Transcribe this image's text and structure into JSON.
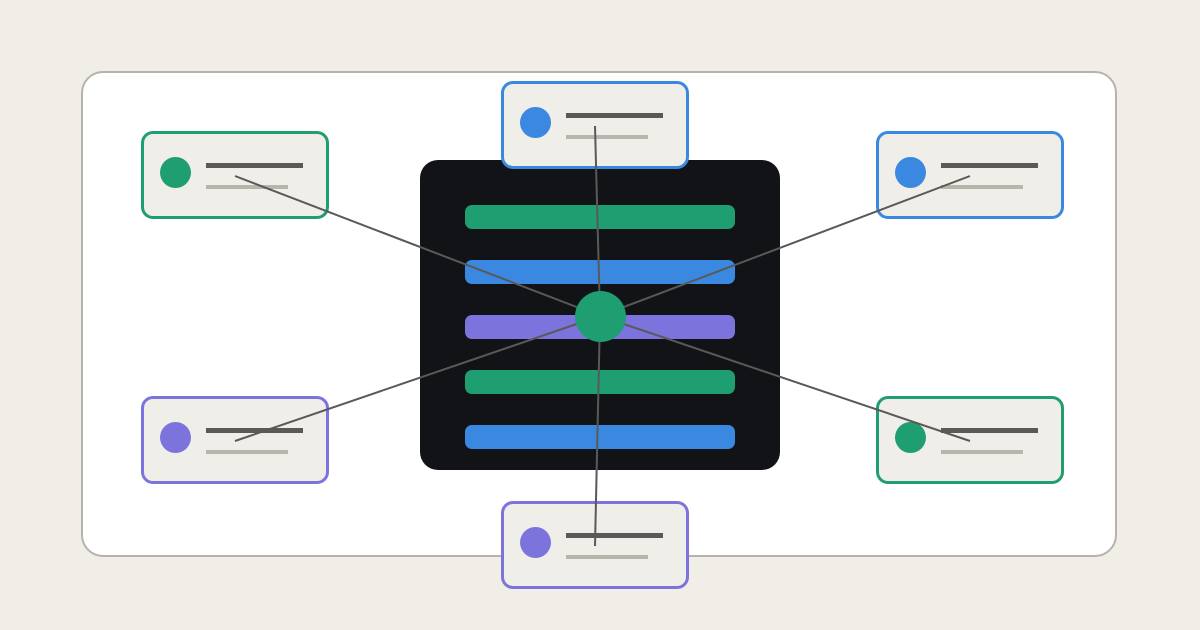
{
  "colors": {
    "green": "#1f9e72",
    "blue": "#3b88e0",
    "purple": "#7c74dc",
    "panel": "#121317",
    "connector": "#595959"
  },
  "panel_bars": [
    "green",
    "blue",
    "purple",
    "green",
    "blue"
  ],
  "nodes": [
    {
      "id": "top",
      "color": "blue"
    },
    {
      "id": "top-left",
      "color": "green"
    },
    {
      "id": "top-right",
      "color": "blue"
    },
    {
      "id": "bottom-left",
      "color": "purple"
    },
    {
      "id": "bottom-right",
      "color": "green"
    },
    {
      "id": "bottom",
      "color": "purple"
    }
  ],
  "hub": {
    "color": "green"
  }
}
